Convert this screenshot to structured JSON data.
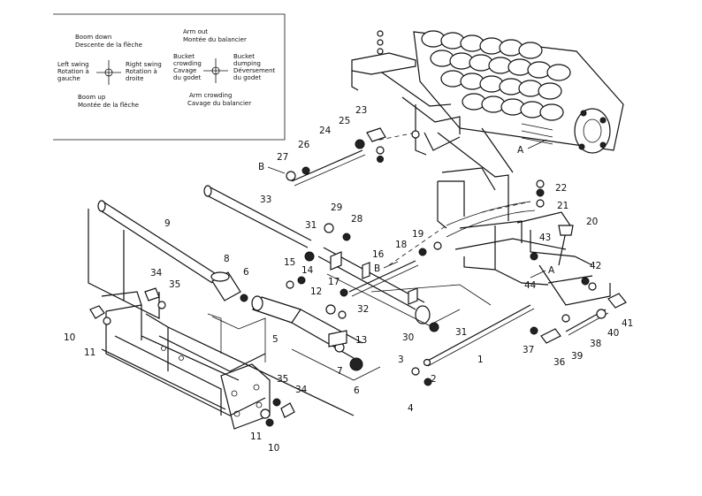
{
  "legend": {
    "boom_down": [
      "Boom down",
      "Descente de la flèche"
    ],
    "arm_out": [
      "Arm out",
      "Montée du balancier"
    ],
    "left_swing": [
      "Left swing",
      "Rotation à",
      "gauche"
    ],
    "right_swing": [
      "Right swing",
      "Rotation à",
      "droite"
    ],
    "bucket_crowding": [
      "Bucket",
      "crowding",
      "Cavage",
      "du godet"
    ],
    "bucket_dumping": [
      "Bucket",
      "dumping",
      "Déversement",
      "du godet"
    ],
    "boom_up": [
      "Boom up",
      "Montée de la flèche"
    ],
    "arm_crowding": [
      "Arm crowding",
      "Cavage du balancier"
    ]
  },
  "part_numbers": {
    "p1": "1",
    "p2": "2",
    "p3": "3",
    "p4": "4",
    "p5": "5",
    "p6a": "6",
    "p6b": "6",
    "p7": "7",
    "p8": "8",
    "p9": "9",
    "p10a": "10",
    "p10b": "10",
    "p11a": "11",
    "p11b": "11",
    "p12": "12",
    "p13": "13",
    "p14": "14",
    "p15": "15",
    "p16": "16",
    "p17": "17",
    "p18": "18",
    "p19": "19",
    "p20": "20",
    "p21": "21",
    "p22": "22",
    "p23": "23",
    "p24": "24",
    "p25": "25",
    "p26": "26",
    "p27": "27",
    "p28": "28",
    "p29": "29",
    "p30": "30",
    "p31a": "31",
    "p31b": "31",
    "p32": "32",
    "p33": "33",
    "p34a": "34",
    "p34b": "34",
    "p35a": "35",
    "p35b": "35",
    "p36": "36",
    "p37": "37",
    "p38": "38",
    "p39": "39",
    "p40": "40",
    "p41": "41",
    "p42": "42",
    "p43": "43",
    "p44": "44"
  },
  "refs": {
    "a_top": "A",
    "a_bottom": "A",
    "b_left": "B",
    "b_mid": "B"
  }
}
